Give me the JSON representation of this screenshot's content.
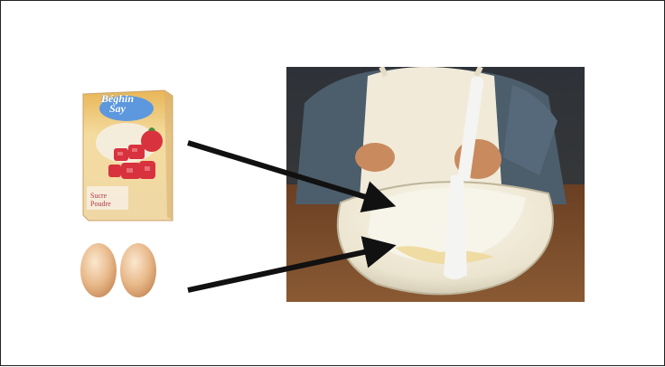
{
  "sugar_box": {
    "brand": "Beghin Say",
    "brand_line1": "Béghin",
    "brand_line2": "Say",
    "label_line1": "Sucre",
    "label_line2": "Poudre",
    "colors": {
      "box_top": "#e8b85a",
      "box_body": "#f3e3a8",
      "brand_blue": "#3d7fd1",
      "strawberry": "#d8323f"
    }
  },
  "eggs": {
    "count": 2,
    "color": "#e8b98a"
  },
  "mixing_photo": {
    "bowl_color": "#efe9d6",
    "spatula_color": "#f4f4f2",
    "apron_color": "#f1ead9",
    "table_color": "#7a4a2b"
  },
  "arrows": {
    "color": "#111111",
    "count": 2
  }
}
